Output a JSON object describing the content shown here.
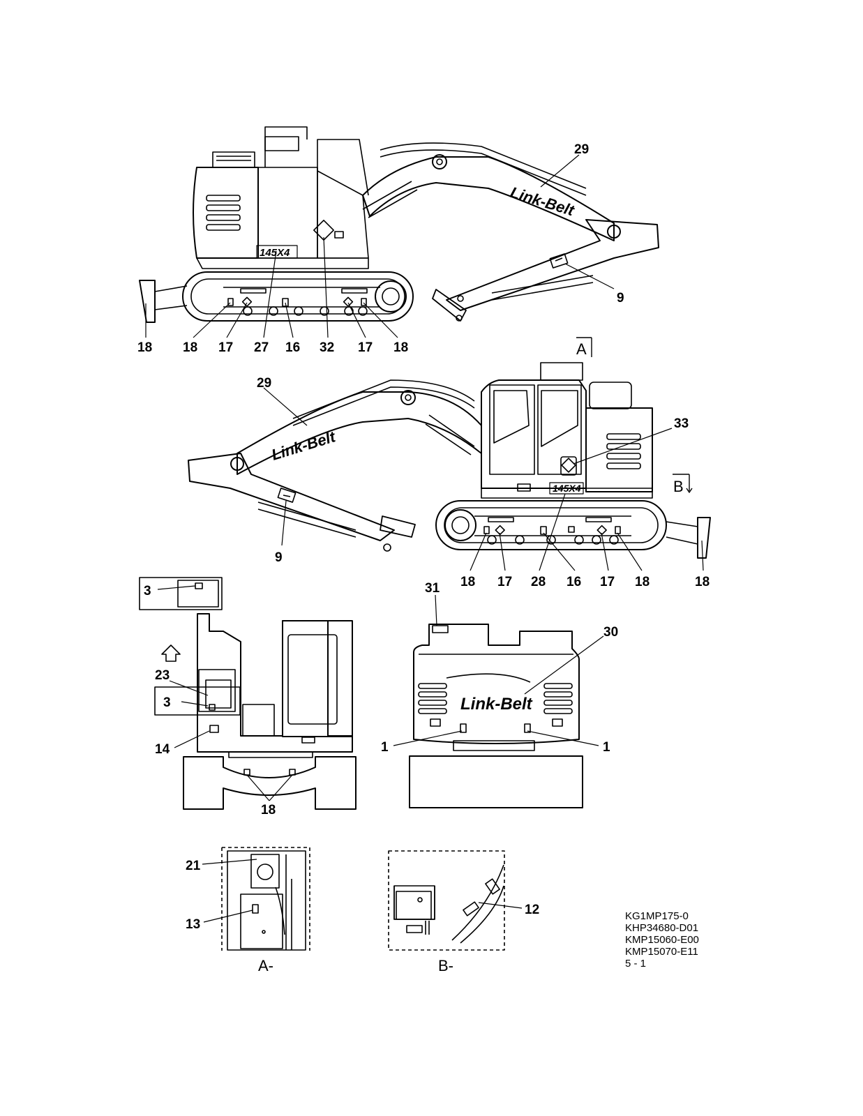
{
  "brand": "Link-Belt",
  "model_badge": "145X4",
  "callouts": {
    "side1": [
      "29",
      "9",
      "18",
      "18",
      "17",
      "27",
      "16",
      "32",
      "17",
      "18"
    ],
    "side2": [
      "29",
      "33",
      "9",
      "18",
      "17",
      "28",
      "16",
      "17",
      "18",
      "18"
    ],
    "front": [
      "3",
      "23",
      "3",
      "14",
      "18"
    ],
    "rear": [
      "31",
      "30",
      "1",
      "1"
    ],
    "detailA": [
      "21",
      "13"
    ],
    "detailB": [
      "12"
    ]
  },
  "view_markers": {
    "a": "A",
    "b": "B",
    "a_detail": "A-",
    "b_detail": "B-"
  },
  "references": [
    "KG1MP175-0",
    "KHP34680-D01",
    "KMP15060-E00",
    "KMP15070-E11",
    "5 - 1"
  ]
}
